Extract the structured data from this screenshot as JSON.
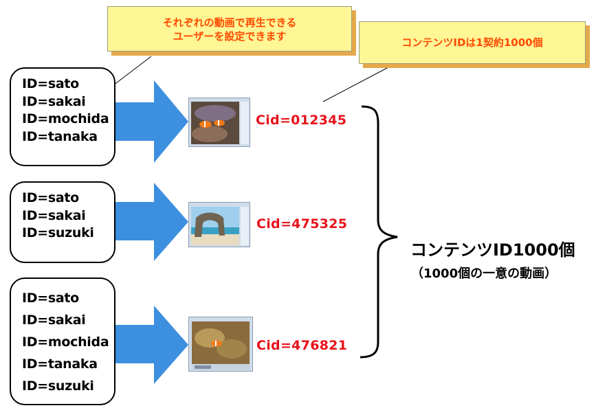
{
  "callouts": {
    "users": {
      "line1": "それぞれの動画で再生できる",
      "line2": "ユーザーを設定できます"
    },
    "contents": {
      "text": "コンテンツIDは1契約1000個"
    }
  },
  "groups": [
    {
      "users": [
        "ID=sato",
        "ID=sakai",
        "ID=mochida",
        "ID=tanaka"
      ],
      "cid": "Cid=012345",
      "thumbnail_icon": "clownfish-video-thumbnail-icon"
    },
    {
      "users": [
        "ID=sato",
        "ID=sakai",
        "ID=suzuki"
      ],
      "cid": "Cid=475325",
      "thumbnail_icon": "rock-arch-beach-video-thumbnail-icon"
    },
    {
      "users": [
        "ID=sato",
        "ID=sakai",
        "ID=mochida",
        "ID=tanaka",
        "ID=suzuki"
      ],
      "cid": "Cid=476821",
      "thumbnail_icon": "clownfish-anemone-video-thumbnail-icon"
    }
  ],
  "summary": {
    "title": "コンテンツID1000個",
    "subtitle": "（1000個の一意の動画）"
  },
  "colors": {
    "arrow": "#3d8fe0",
    "cid_text": "#e8121b",
    "callout_fill": "#fff696",
    "callout_text": "#ff4a00",
    "callout_shadow": "#e5a84a"
  }
}
